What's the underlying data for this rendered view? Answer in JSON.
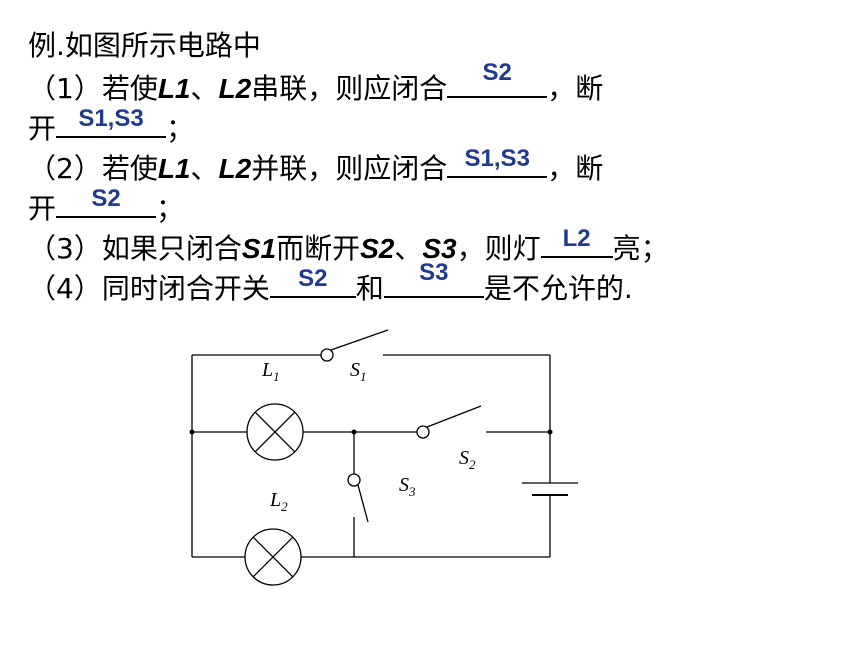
{
  "lines": {
    "l1": "例.如图所示电路中",
    "l2_pre": "（1）若使",
    "l2_L1": "L1",
    "l2_sep": "、",
    "l2_L2": "L2",
    "l2_mid": "串联，则应闭合",
    "l2_ans": "S2",
    "l2_post": "，断",
    "l3_pre": "开",
    "l3_ans": "S1,S3",
    "l3_post": "；",
    "l4_pre": "（2）若使",
    "l4_L1": "L1",
    "l4_sep": "、",
    "l4_L2": "L2",
    "l4_mid": "并联，则应闭合",
    "l4_ans": "S1,S3",
    "l4_post": "，断",
    "l5_pre": "开",
    "l5_ans": "S2",
    "l5_post": "；",
    "l6_pre": "（3）如果只闭合",
    "l6_S1": "S1",
    "l6_mid": "而断开",
    "l6_S2": "S2",
    "l6_sep": "、",
    "l6_S3": "S3",
    "l6_mid2": "，则灯",
    "l6_ans": "L2",
    "l6_post": "亮；",
    "l7_pre": "（4）同时闭合开关",
    "l7_ans1": "S2",
    "l7_mid": "和",
    "l7_ans2": "S3",
    "l7_post": "是不允许的."
  },
  "circuit": {
    "L1_main": "L",
    "L1_sub": "1",
    "S1_main": "S",
    "S1_sub": "1",
    "L2_main": "L",
    "L2_sub": "2",
    "S2_main": "S",
    "S2_sub": "2",
    "S3_main": "S",
    "S3_sub": "3"
  }
}
